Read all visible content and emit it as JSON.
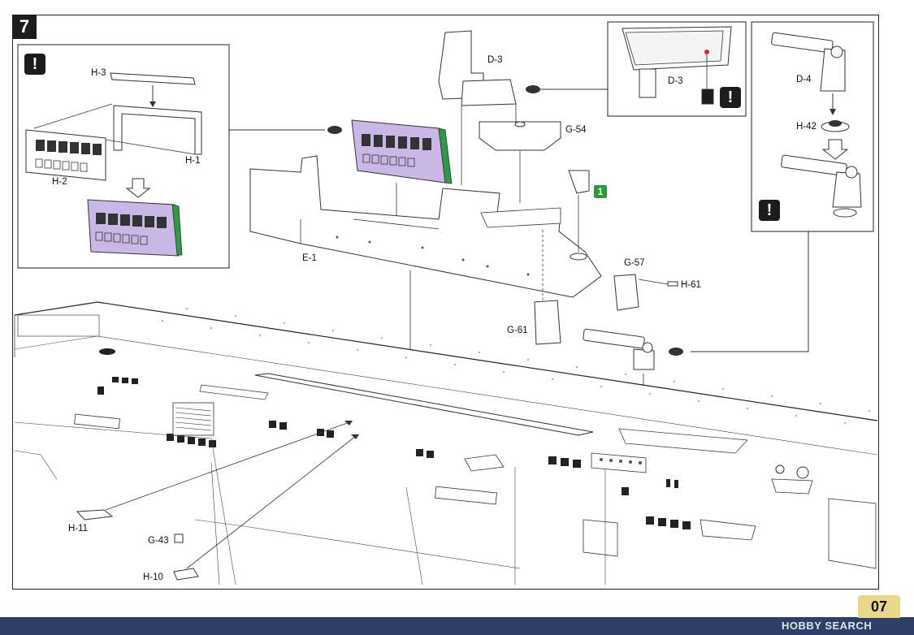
{
  "step": {
    "number": "7"
  },
  "page": {
    "number": "07"
  },
  "watermark": {
    "text": "HOBBY SEARCH"
  },
  "parts": {
    "h3": "H-3",
    "h1": "H-1",
    "h2": "H-2",
    "e1": "E-1",
    "d3_main": "D-3",
    "d3_inset": "D-3",
    "g54": "G-54",
    "g57": "G-57",
    "h61": "H-61",
    "g61": "G-61",
    "d4": "D-4",
    "h42": "H-42",
    "h11": "H-11",
    "g43": "G-43",
    "h10": "H-10"
  },
  "badges": {
    "green_one": "1"
  },
  "warnings": {
    "symbol": "!"
  },
  "colors": {
    "accent_purple": "#c9b8e6",
    "accent_green": "#2f9a45",
    "footer": "#2e3f66",
    "page_tab": "#e8d98a"
  }
}
